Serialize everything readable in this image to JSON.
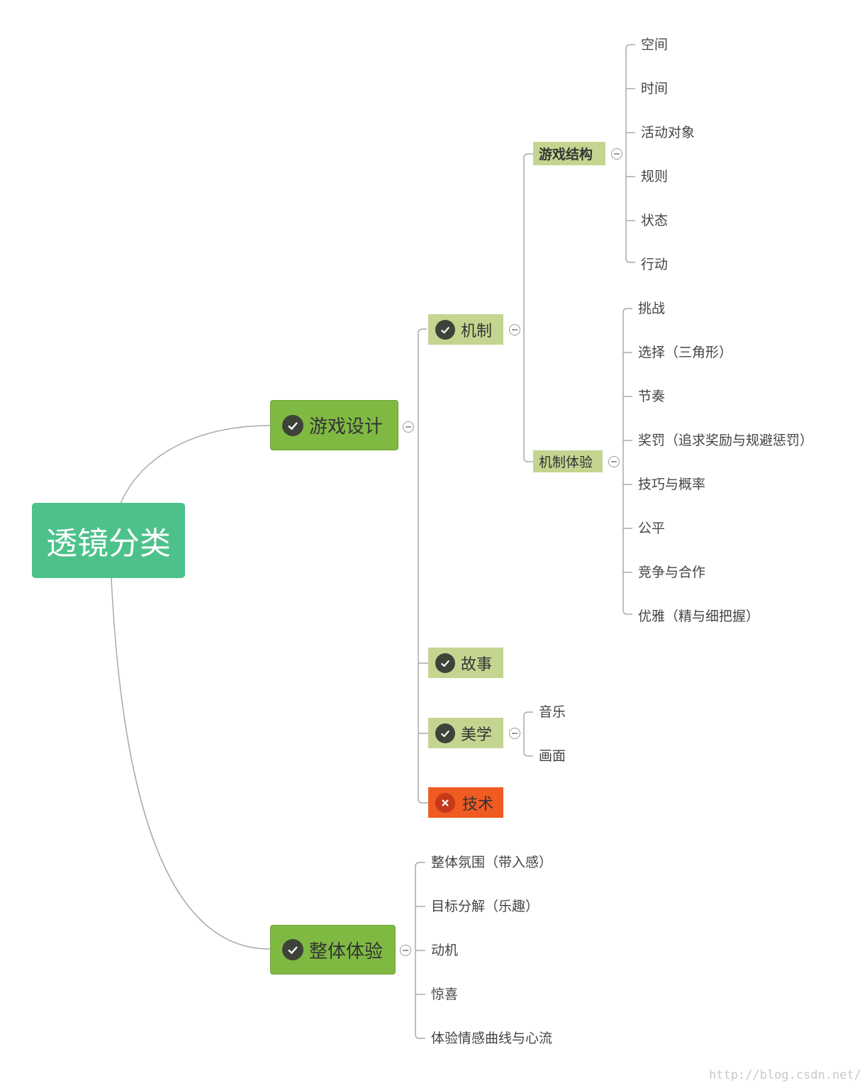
{
  "root": {
    "label": "透镜分类"
  },
  "game_design": {
    "label": "游戏设计",
    "mechanics": {
      "label": "机制",
      "game_structure": {
        "label": "游戏结构",
        "items": [
          "空间",
          "时间",
          "活动对象",
          "规则",
          "状态",
          "行动"
        ]
      },
      "mechanic_experience": {
        "label": "机制体验",
        "items": [
          "挑战",
          "选择（三角形）",
          "节奏",
          "奖罚（追求奖励与规避惩罚）",
          "技巧与概率",
          "公平",
          "竞争与合作",
          "优雅（精与细把握）"
        ]
      }
    },
    "story": {
      "label": "故事"
    },
    "aesthetics": {
      "label": "美学",
      "items": [
        "音乐",
        "画面"
      ]
    },
    "technology": {
      "label": "技术"
    }
  },
  "overall_experience": {
    "label": "整体体验",
    "items": [
      "整体氛围（带入感）",
      "目标分解（乐趣）",
      "动机",
      "惊喜",
      "体验情感曲线与心流"
    ]
  },
  "watermark": "http://blog.csdn.net/",
  "colors": {
    "root": "#4dc18a",
    "level1": "#7fb942",
    "level2": "#c4d590",
    "technology": "#f05b22",
    "connector": "#aaaaaa"
  },
  "icons": {
    "done": "check-circle-icon",
    "rejected": "x-circle-icon",
    "collapse": "collapse-icon"
  }
}
